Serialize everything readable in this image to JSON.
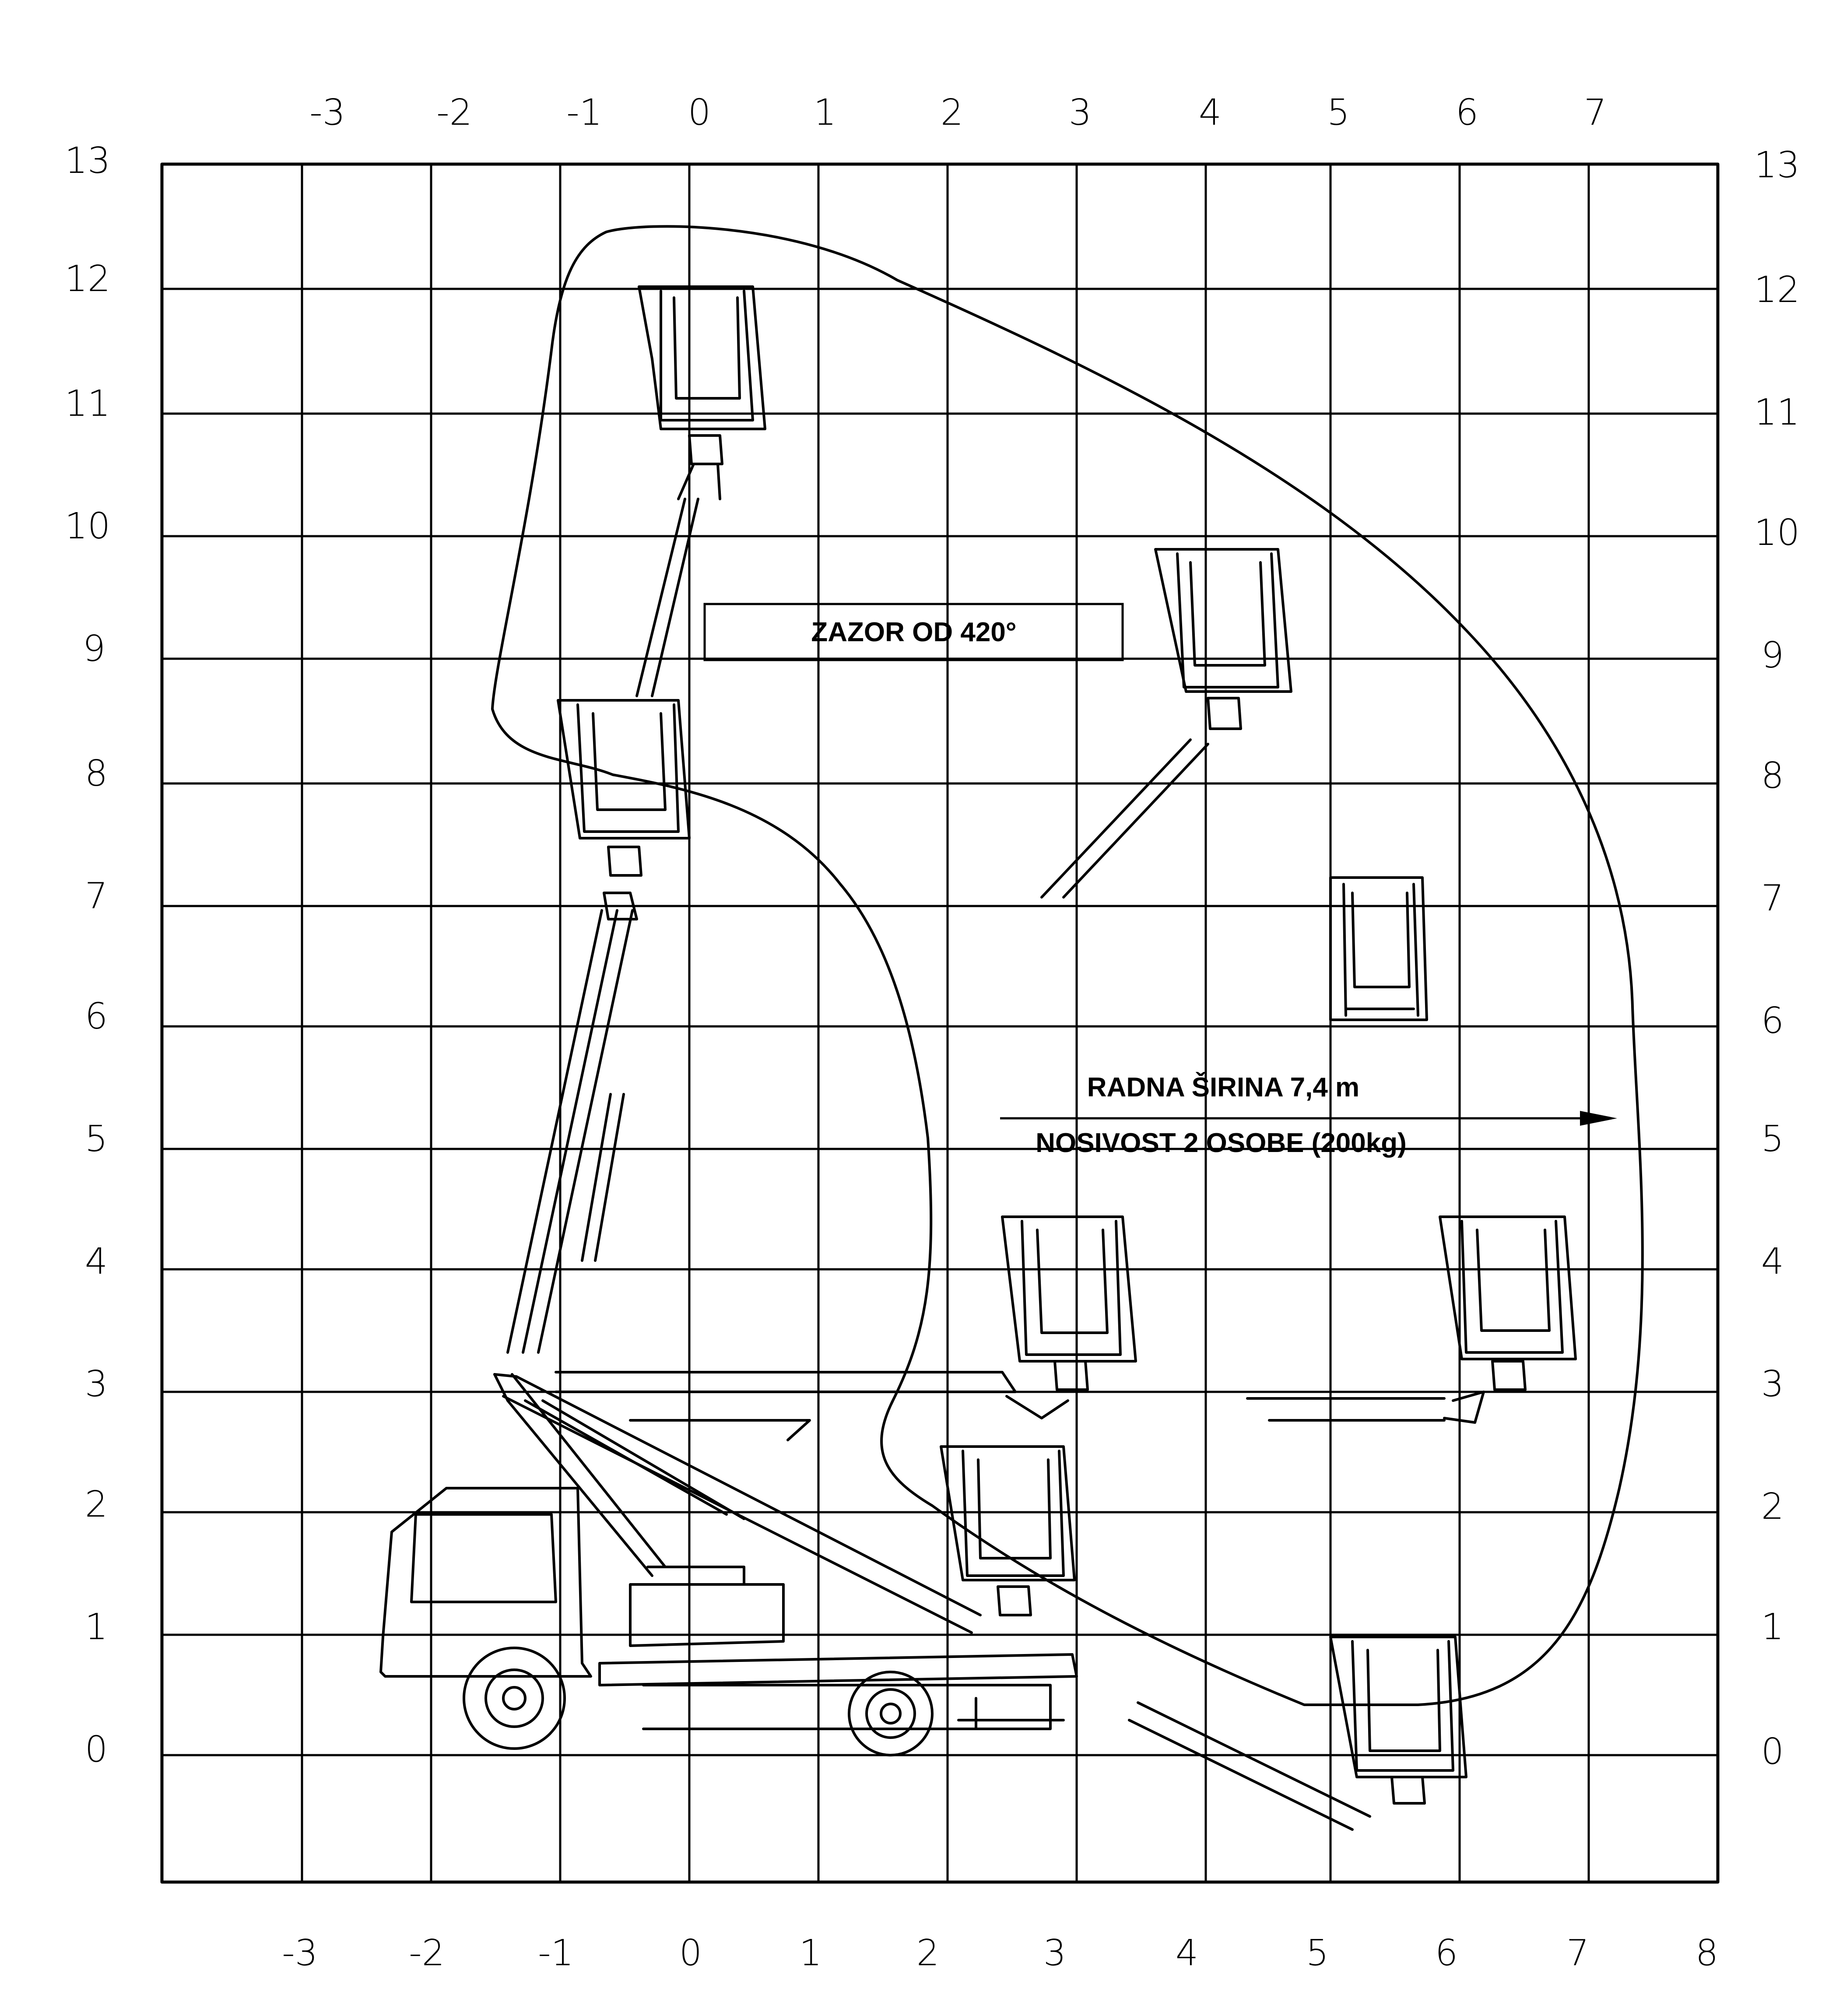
{
  "top_axis_labels": [
    "-3",
    "-2",
    "-1",
    "0",
    "1",
    "2",
    "3",
    "4",
    "5",
    "6",
    "7"
  ],
  "bottom_axis_labels": [
    "-3",
    "-2",
    "-1",
    "0",
    "1",
    "2",
    "3",
    "4",
    "5",
    "6",
    "7",
    "8"
  ],
  "left_axis_labels": [
    "13",
    "12",
    "11",
    "10",
    "9",
    "8",
    "7",
    "6",
    "5",
    "4",
    "3",
    "2",
    "1",
    "0"
  ],
  "right_axis_labels": [
    "13",
    "12",
    "11",
    "10",
    "9",
    "8",
    "7",
    "6",
    "5",
    "4",
    "3",
    "2",
    "1",
    "0"
  ],
  "clearance_label": "ZAZOR OD 420°",
  "working_width_label": "RADNA ŠIRINA 7,4 m",
  "capacity_label": "NOSIVOST 2 OSOBE (200kg)"
}
